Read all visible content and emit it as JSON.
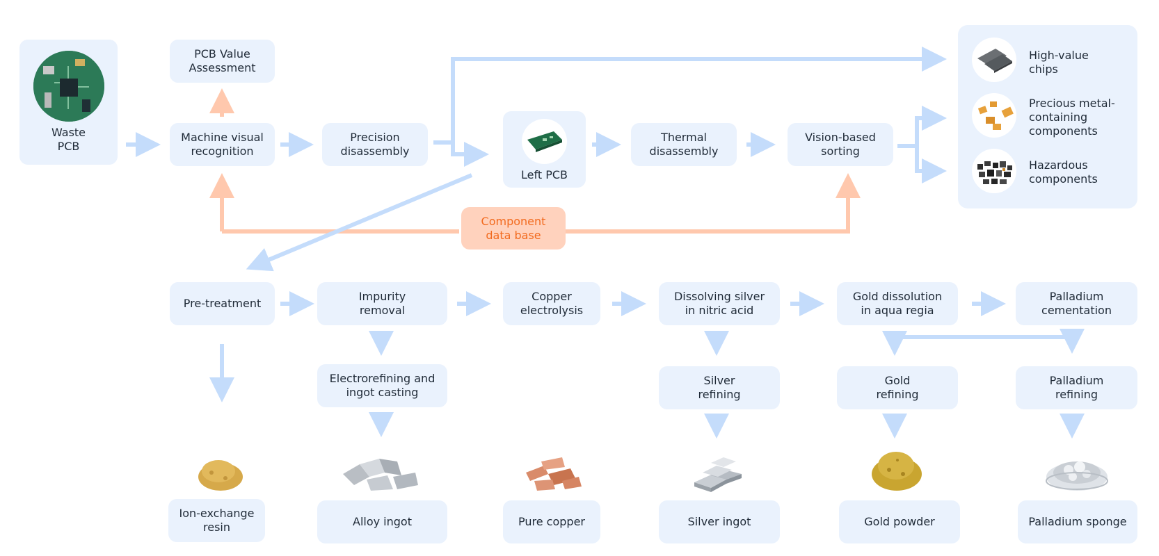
{
  "colors": {
    "box": "#eaf2fd",
    "blue_arrow": "#c4dcfb",
    "orange_arrow": "#ffc8ad",
    "orange_text": "#f26a1e",
    "db_fill": "#ffd2bd"
  },
  "top": {
    "waste_pcb": "Waste\nPCB",
    "pcb_value": "PCB Value\nAssessment",
    "machine_visual": "Machine visual\nrecognition",
    "precision": "Precision\ndisassembly",
    "left_pcb": "Left PCB",
    "thermal": "Thermal\ndisassembly",
    "vision_sorting": "Vision-based\nsorting",
    "component_db": "Component\ndata base"
  },
  "outputs": [
    {
      "label": "High-value\nchips",
      "icon": "chip-icon"
    },
    {
      "label": "Precious metal-\ncontaining\ncomponents",
      "icon": "capacitor-icon"
    },
    {
      "label": "Hazardous\ncomponents",
      "icon": "components-icon"
    }
  ],
  "bottom": {
    "pretreatment": "Pre-treatment",
    "impurity": "Impurity\nremoval",
    "copper_electrolysis": "Copper\nelectrolysis",
    "dissolving_silver": "Dissolving silver\nin nitric acid",
    "gold_dissolution": "Gold dissolution\nin aqua regia",
    "palladium_cementation": "Palladium\ncementation",
    "electrorefining": "Electrorefining and\ningot casting",
    "silver_refining": "Silver\nrefining",
    "gold_refining": "Gold\nrefining",
    "palladium_refining": "Palladium\nrefining"
  },
  "products": {
    "ion_resin": "Ion-exchange\nresin",
    "alloy": "Alloy ingot",
    "pure_copper": "Pure copper",
    "silver_ingot": "Silver ingot",
    "gold_powder": "Gold powder",
    "palladium_sponge": "Palladium sponge"
  }
}
